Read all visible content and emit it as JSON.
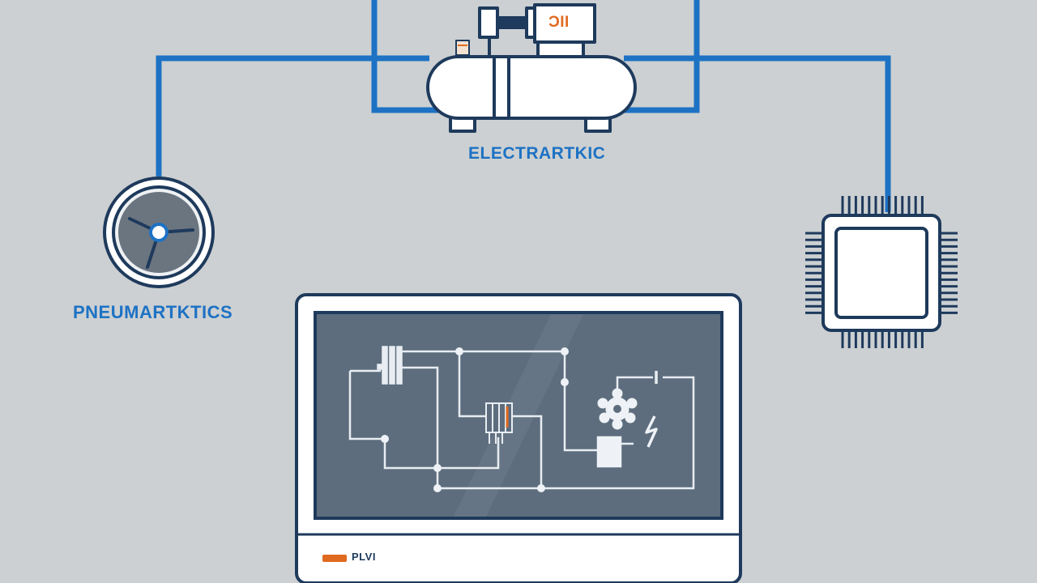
{
  "colors": {
    "background": "#ccd0d2",
    "pipe_blue": "#1d72c4",
    "outline_navy": "#1e3a5c",
    "screen_fill": "#5d6d7e",
    "white": "#ffffff",
    "accent_orange": "#e06a1f"
  },
  "compressor": {
    "label": "ELECTRARTKIC",
    "gauge_text": "ƆII",
    "icon": "air-compressor-icon"
  },
  "pneumatic": {
    "label": "PNEUMARTKTICS",
    "icon": "fan-icon"
  },
  "chip": {
    "icon": "microchip-icon"
  },
  "monitor": {
    "label": "PLVI",
    "icon": "circuit-schematic-icon"
  }
}
